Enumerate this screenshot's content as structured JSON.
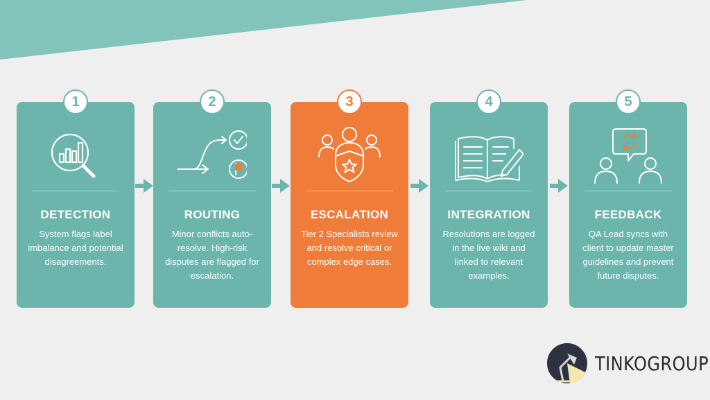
{
  "colors": {
    "teal": "#6bb5ac",
    "orange": "#f07c3a",
    "background": "#efefef",
    "band": "#82c4bb",
    "arrow": "#6bb5ac",
    "logo_dark": "#2d3140",
    "logo_lamp": "#f4e7b2"
  },
  "steps": [
    {
      "number": "1",
      "title": "DETECTION",
      "icon": "magnifier-chart-icon",
      "description": "System flags label imbalance and potential disagreements.",
      "active": false
    },
    {
      "number": "2",
      "title": "ROUTING",
      "icon": "branching-route-icon",
      "description": "Minor conflicts auto-resolve. High-risk disputes are flagged for escalation.",
      "active": false
    },
    {
      "number": "3",
      "title": "ESCALATION",
      "icon": "specialists-shield-icon",
      "description": "Tier 2 Specialists review and resolve critical or complex edge cases.",
      "active": true
    },
    {
      "number": "4",
      "title": "INTEGRATION",
      "icon": "open-book-pen-icon",
      "description": "Resolutions are logged in the live wiki and linked to relevant examples.",
      "active": false
    },
    {
      "number": "5",
      "title": "FEEDBACK",
      "icon": "people-sync-icon",
      "description": "QA Lead syncs with client to update master guidelines and prevent future disputes.",
      "active": false
    }
  ],
  "brand": {
    "name": "TINKOGROUP",
    "logo_icon": "desk-lamp-logo-icon"
  }
}
